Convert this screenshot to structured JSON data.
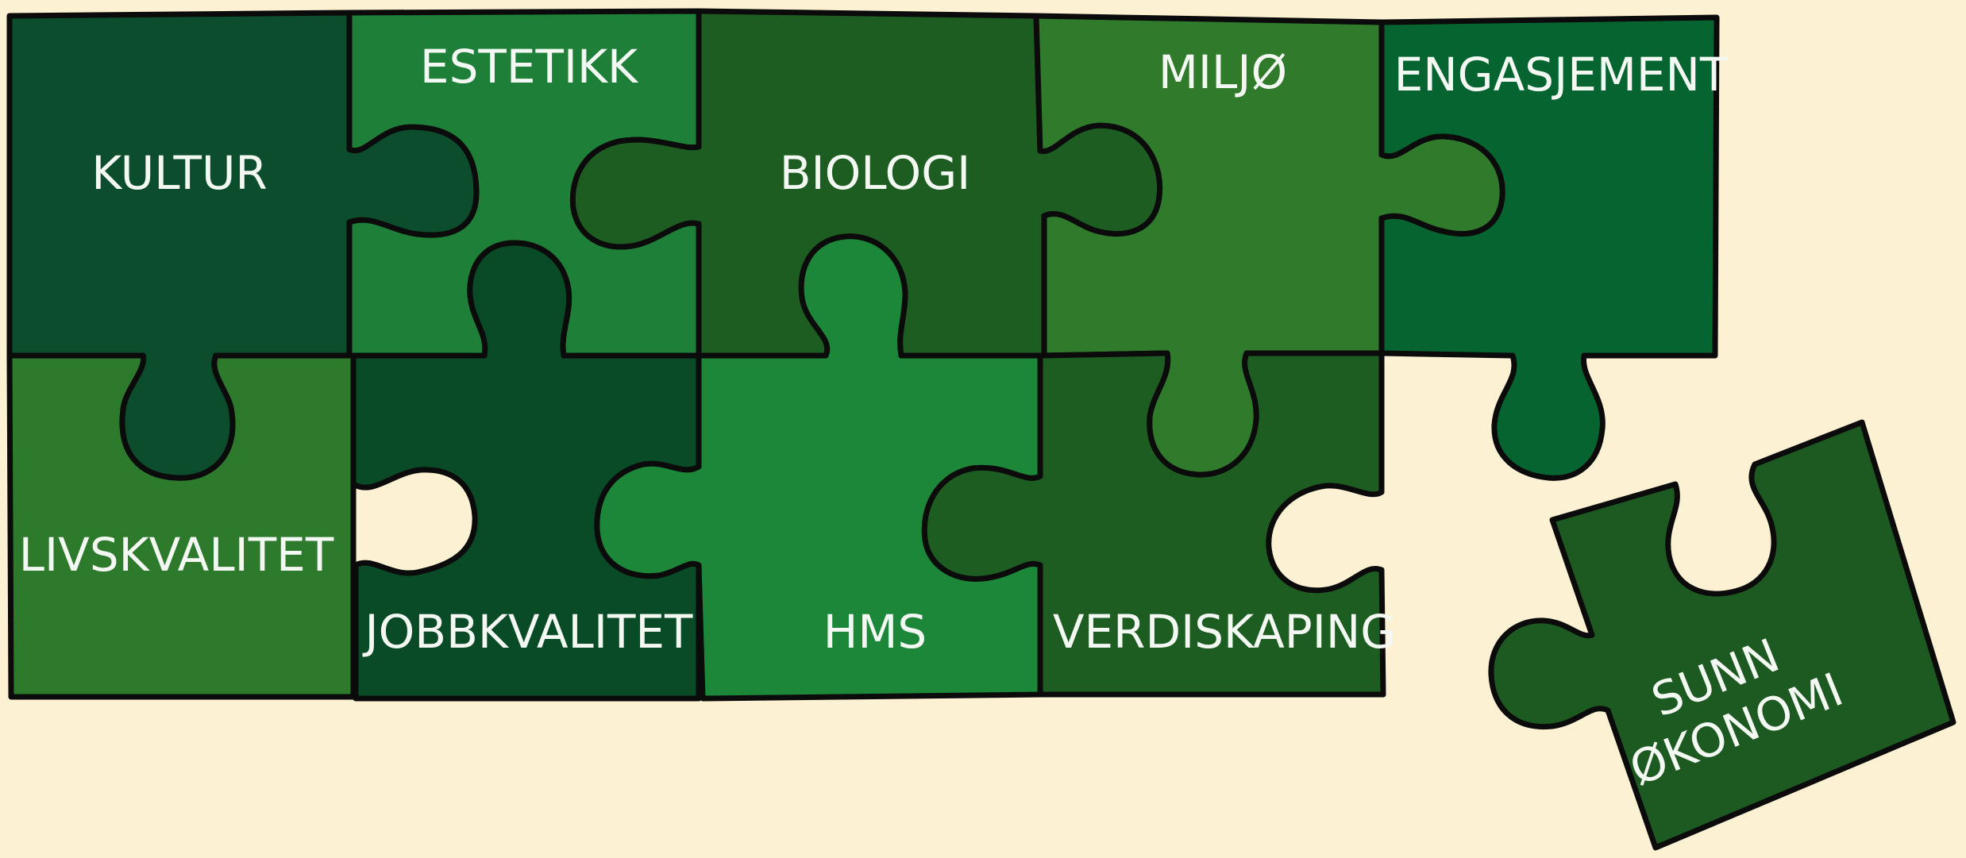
{
  "colors": {
    "background": "#fdf1d3",
    "outline": "#0b0b0b",
    "label": "#f4f8f2"
  },
  "pieces": {
    "kultur": {
      "label": "KULTUR",
      "color": "#0b4d2c"
    },
    "estetikk": {
      "label": "ESTETIKK",
      "color": "#1e8038"
    },
    "biologi": {
      "label": "BIOLOGI",
      "color": "#1d5d22"
    },
    "miljo": {
      "label": "MILJØ",
      "color": "#2f7a2b"
    },
    "engasjement": {
      "label": "ENGASJEMENT",
      "color": "#056430"
    },
    "livskvalitet": {
      "label": "LIVSKVALITET",
      "color": "#2d7a2d"
    },
    "jobbkvalitet": {
      "label": "JOBBKVALITET",
      "color": "#094a27"
    },
    "hms": {
      "label": "HMS",
      "color": "#1c8739"
    },
    "verdiskaping": {
      "label": "VERDISKAPING",
      "color": "#1e5d22"
    },
    "sunn_okonomi": {
      "label_line1": "SUNN",
      "label_line2": "ØKONOMI",
      "color": "#1d5a22"
    }
  }
}
